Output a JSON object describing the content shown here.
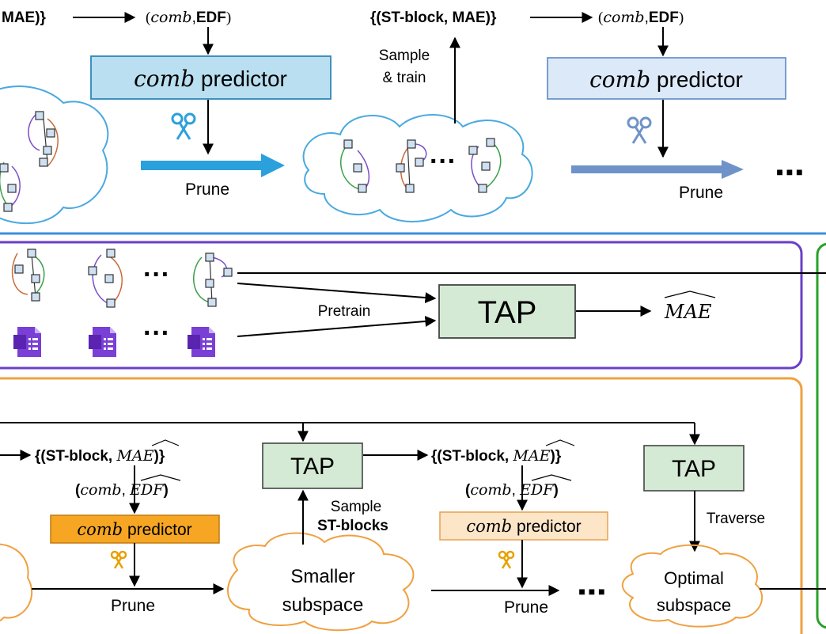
{
  "top": {
    "left_set_label": "MAE)}",
    "left_comb_edf": {
      "comb": "comb",
      "sep": ",",
      "edf": "EDF"
    },
    "right_set_label": "{(ST-block, MAE)}",
    "right_comb_edf": {
      "comb": "comb",
      "sep": ",",
      "edf": "EDF"
    },
    "predictor_1": {
      "comb": "comb",
      "text": " predictor"
    },
    "predictor_2": {
      "comb": "comb",
      "text": " predictor"
    },
    "sample_train": [
      "Sample",
      "& train"
    ],
    "prune_1": "Prune",
    "prune_2": "Prune",
    "ellipsis": "···",
    "ellipsis_end": "■ ■ ■",
    "colors": {
      "predictor_1_fill": "#b9dff0",
      "predictor_1_stroke": "#2f86b8",
      "predictor_2_fill": "#dbe9f8",
      "predictor_2_stroke": "#6d94c9",
      "arrow_1": "#2aa0dd",
      "arrow_2": "#6f93c9",
      "cloud": "#4aa9e0"
    }
  },
  "middle": {
    "ellipsis_1": "···",
    "ellipsis_2": "···",
    "pretrain_label": "Pretrain",
    "tap_label": "TAP",
    "output": {
      "text": "MAE",
      "hat": true
    },
    "colors": {
      "border": "#6a3fc8",
      "doc_icon": "#7a3fd6",
      "tap_fill": "#d5ead5",
      "tap_stroke": "#444444"
    }
  },
  "bottom": {
    "set_1": {
      "prefix": "{(ST-block, ",
      "var": "MAE",
      "suffix": ")}"
    },
    "comb_edf_1": {
      "open": "(",
      "comb": "comb",
      "sep": ", ",
      "edf": "EDF",
      "close": ")"
    },
    "predictor_1": {
      "comb": "comb",
      "text": " predictor"
    },
    "prune_1": "Prune",
    "tap_1": "TAP",
    "sample_blocks": [
      "Sample",
      "ST-blocks"
    ],
    "smaller_subspace": [
      "Smaller",
      "subspace"
    ],
    "set_2": {
      "prefix": "{(ST-block, ",
      "var": "MAE",
      "suffix": ")}"
    },
    "comb_edf_2": {
      "open": "(",
      "comb": "comb",
      "sep": ", ",
      "edf": "EDF",
      "close": ")"
    },
    "predictor_2": {
      "comb": "comb",
      "text": " predictor"
    },
    "prune_2": "Prune",
    "ellipsis": "■ ■ ■",
    "tap_2": "TAP",
    "traverse": "Traverse",
    "optimal_subspace": [
      "Optimal",
      "subspace"
    ],
    "colors": {
      "border": "#f0a040",
      "predictor_1_fill": "#f6a623",
      "predictor_2_fill": "#fde5c8",
      "cloud": "#f0a040",
      "scissors": "#e8a000",
      "tap_fill": "#d5ead5"
    }
  },
  "colors": {
    "separator_line": "#3c8fe0",
    "right_panel": "#2aa02a"
  }
}
